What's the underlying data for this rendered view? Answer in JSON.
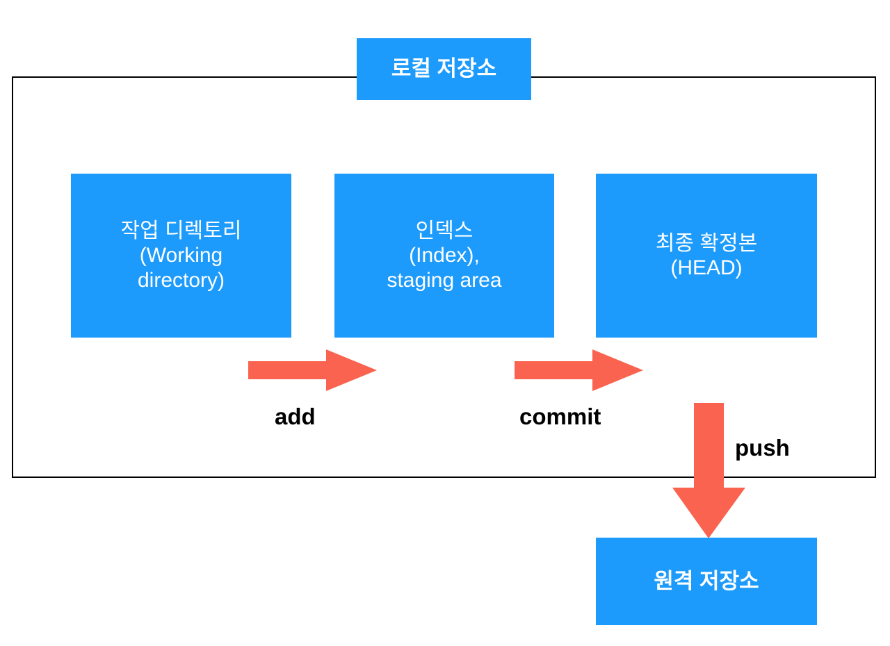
{
  "diagram": {
    "title_box": {
      "label": "로컬 저장소"
    },
    "remote_box": {
      "label": "원격 저장소"
    },
    "stages": [
      {
        "name": "working-directory",
        "lines": [
          "작업 디렉토리",
          "(Working",
          "directory)"
        ]
      },
      {
        "name": "index-staging-area",
        "lines": [
          "인덱스",
          "(Index),",
          "staging area"
        ]
      },
      {
        "name": "head",
        "lines": [
          "최종 확정본",
          "(HEAD)"
        ]
      }
    ],
    "arrows": [
      {
        "name": "add",
        "label": "add",
        "direction": "right",
        "from": "working-directory",
        "to": "index-staging-area"
      },
      {
        "name": "commit",
        "label": "commit",
        "direction": "right",
        "from": "index-staging-area",
        "to": "head"
      },
      {
        "name": "push",
        "label": "push",
        "direction": "down",
        "from": "head",
        "to": "remote-repository"
      }
    ],
    "colors": {
      "box_blue": "#1d9bfc",
      "arrow_red": "#f9634f",
      "frame_black": "#000000",
      "box_text": "#ffffff",
      "label_text": "#000000",
      "background": "#ffffff"
    }
  }
}
